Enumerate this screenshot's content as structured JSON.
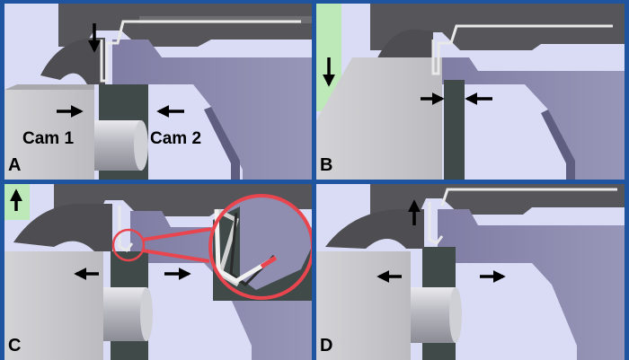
{
  "panels": [
    {
      "id": "A",
      "letter": "A",
      "cam1_label": "Cam 1",
      "cam2_label": "Cam 2",
      "ram_direction": "down",
      "cam_motion": "close"
    },
    {
      "id": "B",
      "letter": "B",
      "ram_direction": "down",
      "cam_motion": "closed"
    },
    {
      "id": "C",
      "letter": "C",
      "ram_direction": "up",
      "cam_motion": "open",
      "has_zoom_callout": true
    },
    {
      "id": "D",
      "letter": "D",
      "ram_direction": "up",
      "cam_motion": "open"
    }
  ],
  "colors": {
    "border": "#1f54a0",
    "background": "#d9dcf4",
    "cam_block": "#c9c9cc",
    "die_body": "#8a88ac",
    "die_shadow": "#3f4a49",
    "punch": "#4e4e52",
    "callout": "#e8454e",
    "ram_plate": "#bde9b8"
  }
}
